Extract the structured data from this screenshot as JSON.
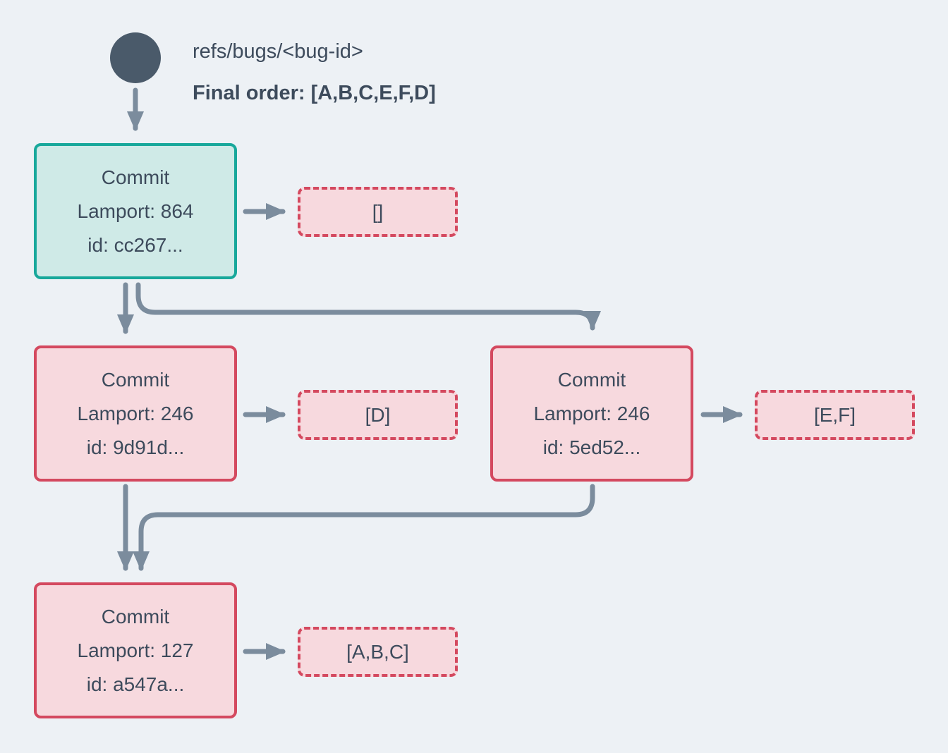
{
  "colors": {
    "background": "#EDF1F5",
    "arrow": "#7B8C9D",
    "text": "#3D4B5C",
    "head_circle": "#4A5A6A",
    "teal_border": "#18A89B",
    "teal_fill": "#CFEAE7",
    "red_border": "#D4495F",
    "pink_fill": "#F7D9DE"
  },
  "header": {
    "ref_name": "refs/bugs/<bug-id>",
    "final_order": "Final order: [A,B,C,E,F,D]"
  },
  "commits": [
    {
      "title": "Commit",
      "lamport": "Lamport: 864",
      "id": "id: cc267...",
      "payload": "[]"
    },
    {
      "title": "Commit",
      "lamport": "Lamport: 246",
      "id": "id: 9d91d...",
      "payload": "[D]"
    },
    {
      "title": "Commit",
      "lamport": "Lamport: 246",
      "id": "id: 5ed52...",
      "payload": "[E,F]"
    },
    {
      "title": "Commit",
      "lamport": "Lamport: 127",
      "id": "id: a547a...",
      "payload": "[A,B,C]"
    }
  ]
}
